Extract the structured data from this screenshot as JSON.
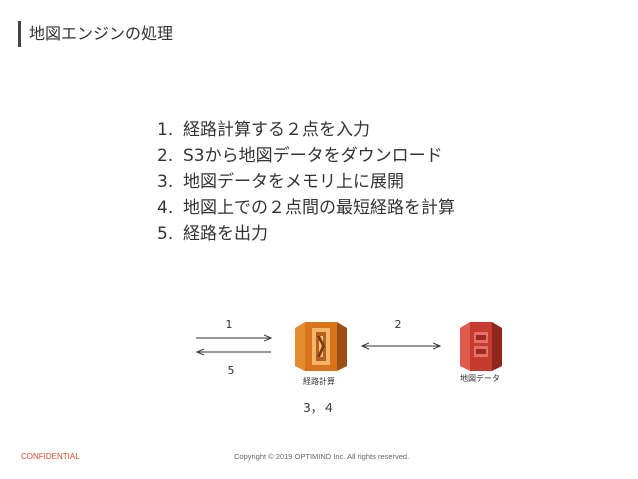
{
  "header": {
    "title": "地図エンジンの処理"
  },
  "steps": [
    {
      "num": "1.",
      "text": "経路計算する２点を入力"
    },
    {
      "num": "2.",
      "text": "S3から地図データをダウンロード"
    },
    {
      "num": "3.",
      "text": "地図データをメモリ上に展開"
    },
    {
      "num": "4.",
      "text": "地図上での２点間の最短経路を計算"
    },
    {
      "num": "5.",
      "text": "経路を出力"
    }
  ],
  "diagram": {
    "arrow_in_label": "1",
    "arrow_out_label": "5",
    "arrow_s3_label": "2",
    "compute_caption": "3，４",
    "compute_label": "経路計算",
    "storage_label": "地図データ",
    "compute_icon": "aws-lambda-icon",
    "storage_icon": "aws-s3-icon",
    "colors": {
      "compute": "#e07b1f",
      "storage": "#d13a2f",
      "arrow": "#333333"
    }
  },
  "footer": {
    "confidential": "CONFIDENTIAL",
    "copyright": "Copyright © 2019 OPTIMIND Inc. All rights reserved."
  }
}
